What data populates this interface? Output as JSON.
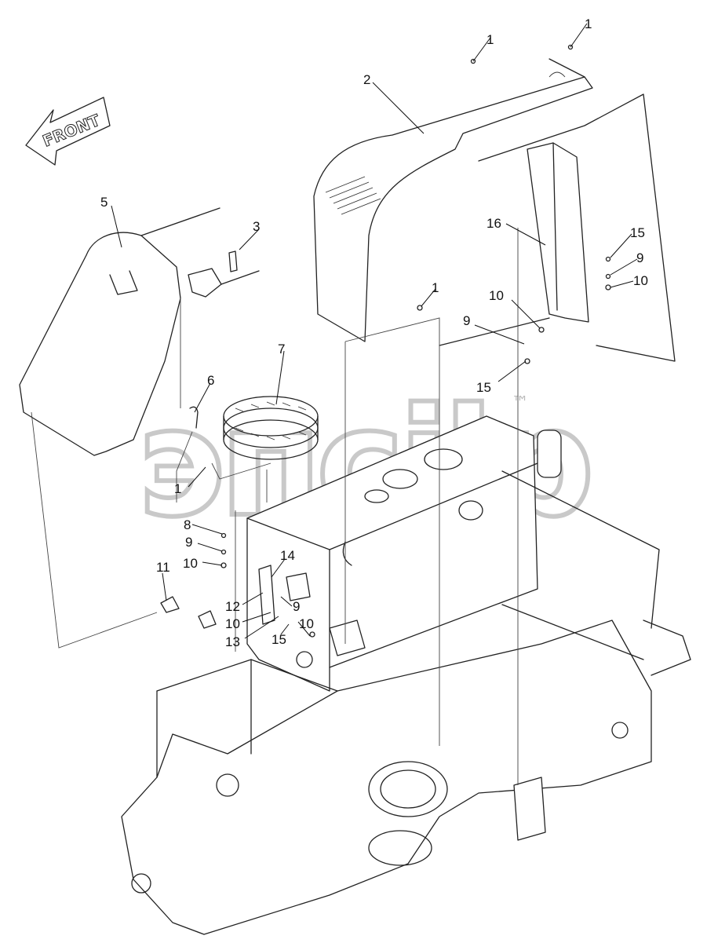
{
  "direction_label": "FRONT",
  "watermark": {
    "text": "эпсіlр",
    "trademark": "™"
  },
  "callouts": [
    {
      "id": "c1a",
      "label": "1"
    },
    {
      "id": "c1b",
      "label": "1"
    },
    {
      "id": "c2",
      "label": "2"
    },
    {
      "id": "c16",
      "label": "16"
    },
    {
      "id": "c15a",
      "label": "15"
    },
    {
      "id": "c9a",
      "label": "9"
    },
    {
      "id": "c10a",
      "label": "10"
    },
    {
      "id": "c1c",
      "label": "1"
    },
    {
      "id": "c10b",
      "label": "10"
    },
    {
      "id": "c9b",
      "label": "9"
    },
    {
      "id": "c15b",
      "label": "15"
    },
    {
      "id": "c5",
      "label": "5"
    },
    {
      "id": "c3",
      "label": "3"
    },
    {
      "id": "c7",
      "label": "7"
    },
    {
      "id": "c6",
      "label": "6"
    },
    {
      "id": "c1d",
      "label": "1"
    },
    {
      "id": "c8",
      "label": "8"
    },
    {
      "id": "c9c",
      "label": "9"
    },
    {
      "id": "c10c",
      "label": "10"
    },
    {
      "id": "c11",
      "label": "11"
    },
    {
      "id": "c14",
      "label": "14"
    },
    {
      "id": "c12",
      "label": "12"
    },
    {
      "id": "c9d",
      "label": "9"
    },
    {
      "id": "c10d",
      "label": "10"
    },
    {
      "id": "c10e",
      "label": "10"
    },
    {
      "id": "c13",
      "label": "13"
    },
    {
      "id": "c15c",
      "label": "15"
    }
  ]
}
